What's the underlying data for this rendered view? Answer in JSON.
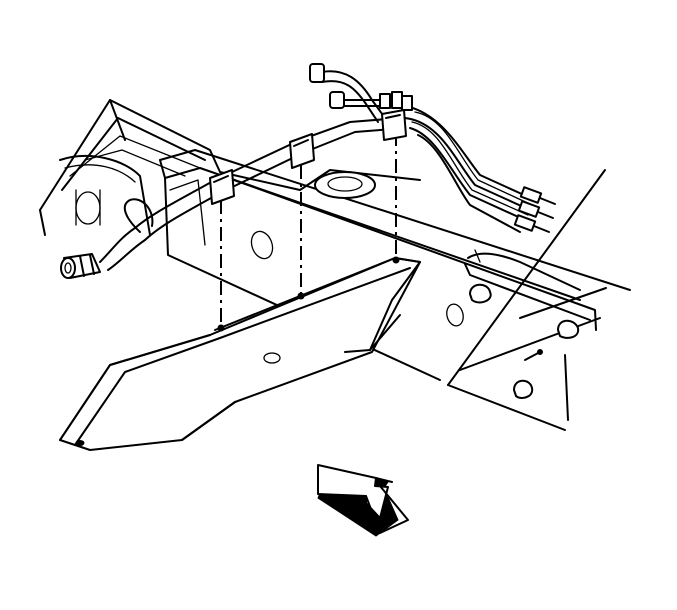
{
  "figure": {
    "kind": "line-art exploded view",
    "parts": [
      {
        "name": "frame-rail",
        "icon": "frame-rail-icon"
      },
      {
        "name": "crossmember-bracket",
        "icon": "bracket-icon"
      },
      {
        "name": "fuel-brake-lines",
        "icon": "pipe-icon"
      },
      {
        "name": "line-retainer-clips",
        "icon": "clip-icon"
      },
      {
        "name": "fuel-filter",
        "icon": "filter-icon"
      },
      {
        "name": "view-detail-inset",
        "icon": "detail-inset-icon"
      },
      {
        "name": "front-direction-arrow",
        "icon": "direction-arrow-icon"
      }
    ],
    "colors": {
      "line": "#000000",
      "background": "#ffffff",
      "accent": "#000000"
    }
  }
}
